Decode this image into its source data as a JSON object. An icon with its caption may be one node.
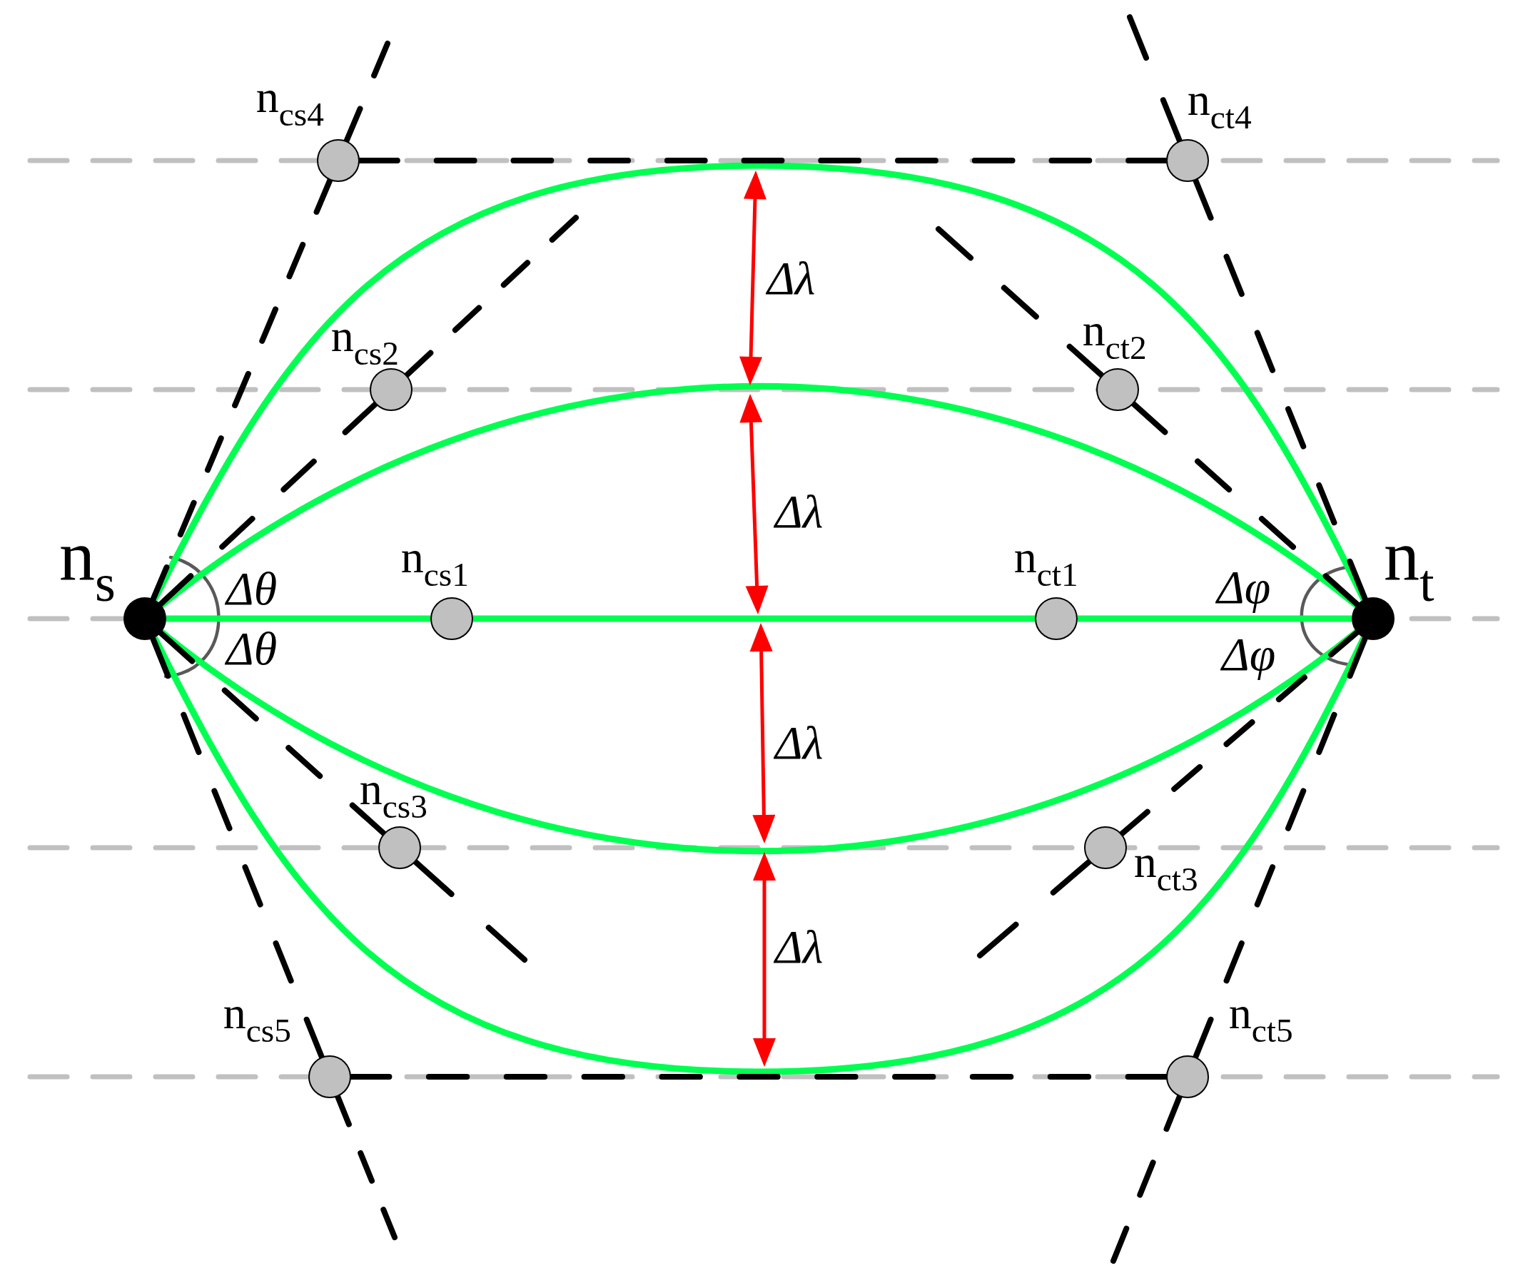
{
  "diagram": {
    "nodes": [
      {
        "text": [],
        "shape": "circle",
        "beside": [
          "n$_{cs4}$"
        ]
      },
      {
        "text": [],
        "shape": "circle",
        "beside": [
          "n$_{ct4}$"
        ]
      },
      {
        "text": [],
        "shape": "circle",
        "beside": [
          "n$_{cs2}$"
        ]
      },
      {
        "text": [],
        "shape": "circle",
        "beside": [
          "n$_{ct2}$"
        ]
      },
      {
        "text": [],
        "shape": "circle",
        "beside": [
          "n$_{s}$"
        ]
      },
      {
        "text": [],
        "shape": "circle",
        "beside": [
          "n$_{cs1}$"
        ]
      },
      {
        "text": [],
        "shape": "circle",
        "beside": [
          "n$_{ct1}$"
        ]
      },
      {
        "text": [],
        "shape": "circle",
        "beside": [
          "n$_{t}$"
        ]
      },
      {
        "text": [],
        "shape": "circle",
        "beside": [
          "n$_{cs3}$"
        ]
      },
      {
        "text": [],
        "shape": "circle",
        "beside": [
          "n$_{ct3}$"
        ]
      },
      {
        "text": [],
        "shape": "circle",
        "beside": [
          "n$_{cs5}$"
        ]
      },
      {
        "text": [],
        "shape": "circle",
        "beside": [
          "n$_{ct5}$"
        ]
      }
    ],
    "edges": [
      {
        "from": 4,
        "to": 7,
        "arrow": "none",
        "color": "#00ff50"
      },
      {
        "from": 4,
        "to": 7,
        "arrow": "none",
        "color": "#00ff50"
      },
      {
        "from": 4,
        "to": 5,
        "arrow": "none",
        "color": "#00ff50"
      },
      {
        "from": 5,
        "to": 6,
        "arrow": "none",
        "color": "#00ff50"
      },
      {
        "from": 6,
        "to": 7,
        "arrow": "none",
        "color": "#00ff50"
      },
      {
        "from": 4,
        "to": 7,
        "arrow": "none",
        "color": "#00ff50"
      },
      {
        "from": 4,
        "to": 7,
        "arrow": "none",
        "color": "#00ff50"
      },
      {
        "from": 4,
        "to": 0,
        "arrow": "none",
        "style": "dashed"
      },
      {
        "from": 4,
        "to": 2,
        "arrow": "none",
        "style": "dashed"
      },
      {
        "from": 4,
        "to": 8,
        "arrow": "none",
        "style": "dashed"
      },
      {
        "from": 4,
        "to": 10,
        "arrow": "none",
        "style": "dashed"
      },
      {
        "from": 7,
        "to": 1,
        "arrow": "none",
        "style": "dashed"
      },
      {
        "from": 7,
        "to": 3,
        "arrow": "none",
        "style": "dashed"
      },
      {
        "from": 7,
        "to": 9,
        "arrow": "none",
        "style": "dashed"
      },
      {
        "from": 7,
        "to": 11,
        "arrow": "none",
        "style": "dashed"
      },
      {
        "from": 0,
        "to": 1,
        "arrow": "none",
        "style": "dashed"
      },
      {
        "from": 10,
        "to": 11,
        "arrow": "none",
        "style": "dashed"
      }
    ],
    "labels": [
      "Δλ",
      "Δλ",
      "Δθ",
      "Δφ",
      "Δθ",
      "Δφ",
      "Δλ",
      "Δλ"
    ]
  }
}
